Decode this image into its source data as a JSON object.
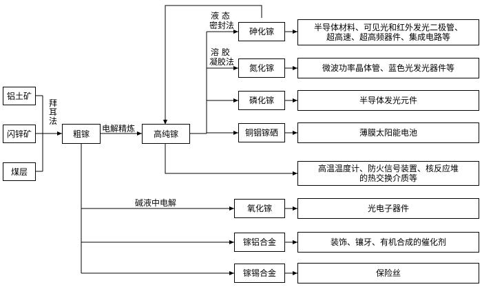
{
  "sources": {
    "bauxite": "铝土矿",
    "sphalerite": "闪锌矿",
    "coal_layer": "煤层"
  },
  "nodes": {
    "crude": "粗镓",
    "pure": "高纯镓"
  },
  "edge_labels": {
    "bayer": "拜耳法",
    "electrolytic_refining": "电解精炼",
    "alkali_electrolysis": "碱液中电解",
    "liquid_seal_line1": "液 态",
    "liquid_seal_line2": "密封法",
    "sol_gel_line1": "溶 胶",
    "sol_gel_line2": "凝胶法"
  },
  "products": {
    "gaas": "砷化镓",
    "gan": "氮化镓",
    "gap": "磷化镓",
    "cigs": "铜铟镓硒",
    "ga2o3": "氧化镓",
    "ga_al": "镓铝合金",
    "ga_sn": "镓锡合金"
  },
  "uses": {
    "gaas_line1": "半导体材料、可见光和红外发光二极管、",
    "gaas_line2": "超高速、超高频器件、集成电路等",
    "gan": "微波功率晶体管、蓝色光发光器件等",
    "gap": "半导体发光元件",
    "cigs": "薄膜太阳能电池",
    "pure_line1": "高温温度计、防火信号装置、核反应堆",
    "pure_line2": "的热交换介质等",
    "ga2o3": "光电子器件",
    "ga_al": "装饰、镶牙、有机合成的催化剂",
    "ga_sn": "保险丝"
  }
}
